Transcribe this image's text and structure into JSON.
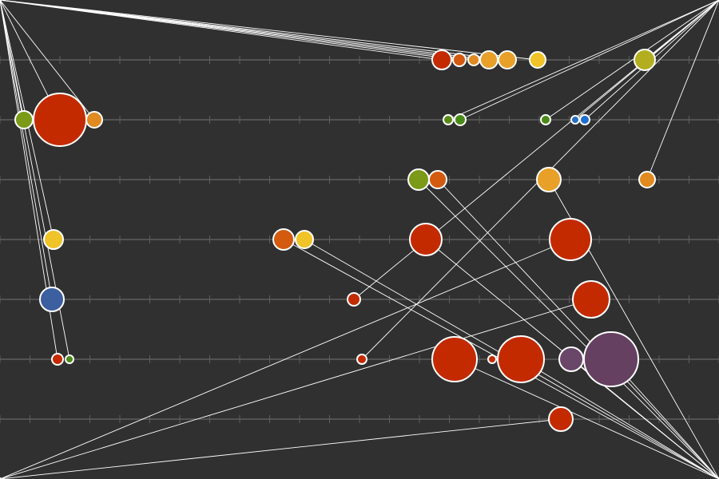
{
  "colors": {
    "background": "#303030",
    "lane": "#5e5e5e",
    "link": "#ffffff",
    "node_stroke": "#ffffff"
  },
  "chart_data": {
    "type": "scatter",
    "title": "",
    "xlabel": "",
    "ylabel": "",
    "description_kind": "bubble-lanes-with-links",
    "x_range": [
      0,
      900
    ],
    "lanes": [
      1,
      2,
      3,
      4,
      5,
      6,
      7
    ],
    "grid": true,
    "legend": "none",
    "hubs": [
      {
        "id": "hub-top-left",
        "corner": "top-left"
      },
      {
        "id": "hub-top-right",
        "corner": "top-right"
      },
      {
        "id": "hub-bottom-left",
        "corner": "bottom-left"
      },
      {
        "id": "hub-bottom-right",
        "corner": "bottom-right"
      }
    ],
    "nodes": [
      {
        "id": "n1",
        "lane": 1,
        "x": 553,
        "size": 12,
        "color": "#c42a00"
      },
      {
        "id": "n2",
        "lane": 1,
        "x": 575,
        "size": 8,
        "color": "#d45a10"
      },
      {
        "id": "n3",
        "lane": 1,
        "x": 593,
        "size": 7,
        "color": "#e08a20"
      },
      {
        "id": "n4",
        "lane": 1,
        "x": 612,
        "size": 11,
        "color": "#e8a028"
      },
      {
        "id": "n5",
        "lane": 1,
        "x": 635,
        "size": 11,
        "color": "#e8a028"
      },
      {
        "id": "n6",
        "lane": 1,
        "x": 673,
        "size": 10,
        "color": "#f0c328"
      },
      {
        "id": "n7",
        "lane": 1,
        "x": 807,
        "size": 13,
        "color": "#b3ae20"
      },
      {
        "id": "n8",
        "lane": 2,
        "x": 30,
        "size": 11,
        "color": "#7a9a18"
      },
      {
        "id": "n9",
        "lane": 2,
        "x": 75,
        "size": 33,
        "color": "#c42a00"
      },
      {
        "id": "n10",
        "lane": 2,
        "x": 118,
        "size": 10,
        "color": "#e08a20"
      },
      {
        "id": "n11",
        "lane": 2,
        "x": 561,
        "size": 6,
        "color": "#5a8a18"
      },
      {
        "id": "n12",
        "lane": 2,
        "x": 576,
        "size": 7,
        "color": "#4a8a18"
      },
      {
        "id": "n13",
        "lane": 2,
        "x": 683,
        "size": 6,
        "color": "#4a8a18"
      },
      {
        "id": "n14",
        "lane": 2,
        "x": 720,
        "size": 5,
        "color": "#2a6fc0"
      },
      {
        "id": "n15",
        "lane": 2,
        "x": 732,
        "size": 6,
        "color": "#1f6fd0"
      },
      {
        "id": "n16",
        "lane": 3,
        "x": 524,
        "size": 13,
        "color": "#7a9a18"
      },
      {
        "id": "n17",
        "lane": 3,
        "x": 548,
        "size": 11,
        "color": "#d45a10"
      },
      {
        "id": "n18",
        "lane": 3,
        "x": 687,
        "size": 15,
        "color": "#e8a028"
      },
      {
        "id": "n19",
        "lane": 3,
        "x": 810,
        "size": 10,
        "color": "#e08a20"
      },
      {
        "id": "n20",
        "lane": 4,
        "x": 67,
        "size": 12,
        "color": "#f0c328"
      },
      {
        "id": "n21",
        "lane": 4,
        "x": 355,
        "size": 13,
        "color": "#d45a10"
      },
      {
        "id": "n22",
        "lane": 4,
        "x": 381,
        "size": 11,
        "color": "#f0c328"
      },
      {
        "id": "n23",
        "lane": 4,
        "x": 533,
        "size": 20,
        "color": "#c42a00"
      },
      {
        "id": "n24",
        "lane": 4,
        "x": 714,
        "size": 26,
        "color": "#c42a00"
      },
      {
        "id": "n25",
        "lane": 5,
        "x": 65,
        "size": 15,
        "color": "#3c5fa0"
      },
      {
        "id": "n26",
        "lane": 5,
        "x": 443,
        "size": 8,
        "color": "#c42a00"
      },
      {
        "id": "n27",
        "lane": 5,
        "x": 740,
        "size": 23,
        "color": "#c42a00"
      },
      {
        "id": "n28",
        "lane": 6,
        "x": 72,
        "size": 7,
        "color": "#c42a00"
      },
      {
        "id": "n29",
        "lane": 6,
        "x": 87,
        "size": 5,
        "color": "#4a8a18"
      },
      {
        "id": "n30",
        "lane": 6,
        "x": 453,
        "size": 6,
        "color": "#c42a00"
      },
      {
        "id": "n31",
        "lane": 6,
        "x": 569,
        "size": 28,
        "color": "#c42a00"
      },
      {
        "id": "n32",
        "lane": 6,
        "x": 616,
        "size": 5,
        "color": "#c42a00"
      },
      {
        "id": "n33",
        "lane": 6,
        "x": 652,
        "size": 29,
        "color": "#c42a00"
      },
      {
        "id": "n34",
        "lane": 6,
        "x": 715,
        "size": 15,
        "color": "#6a4668"
      },
      {
        "id": "n35",
        "lane": 6,
        "x": 765,
        "size": 34,
        "color": "#654060"
      },
      {
        "id": "n36",
        "lane": 7,
        "x": 702,
        "size": 15,
        "color": "#c42a00"
      }
    ],
    "links": [
      {
        "from": "hub-top-left",
        "to": "n1"
      },
      {
        "from": "hub-top-left",
        "to": "n2"
      },
      {
        "from": "hub-top-left",
        "to": "n3"
      },
      {
        "from": "hub-top-left",
        "to": "n4"
      },
      {
        "from": "hub-top-left",
        "to": "n5"
      },
      {
        "from": "hub-top-left",
        "to": "n6"
      },
      {
        "from": "hub-top-left",
        "to": "n8"
      },
      {
        "from": "hub-top-left",
        "to": "n9"
      },
      {
        "from": "hub-top-left",
        "to": "n10"
      },
      {
        "from": "hub-top-left",
        "to": "n20"
      },
      {
        "from": "hub-top-left",
        "to": "n25"
      },
      {
        "from": "hub-top-left",
        "to": "n28"
      },
      {
        "from": "hub-top-left",
        "to": "n29"
      },
      {
        "from": "hub-top-right",
        "to": "n7"
      },
      {
        "from": "hub-top-right",
        "to": "n11"
      },
      {
        "from": "hub-top-right",
        "to": "n12"
      },
      {
        "from": "hub-top-right",
        "to": "n13"
      },
      {
        "from": "hub-top-right",
        "to": "n14"
      },
      {
        "from": "hub-top-right",
        "to": "n15"
      },
      {
        "from": "hub-top-right",
        "to": "n19"
      },
      {
        "from": "hub-top-right",
        "to": "n26"
      },
      {
        "from": "hub-top-right",
        "to": "n30"
      },
      {
        "from": "hub-bottom-left",
        "to": "n24"
      },
      {
        "from": "hub-bottom-left",
        "to": "n27"
      },
      {
        "from": "hub-bottom-left",
        "to": "n36"
      },
      {
        "from": "hub-bottom-right",
        "to": "n16"
      },
      {
        "from": "hub-bottom-right",
        "to": "n17"
      },
      {
        "from": "hub-bottom-right",
        "to": "n18"
      },
      {
        "from": "hub-bottom-right",
        "to": "n21"
      },
      {
        "from": "hub-bottom-right",
        "to": "n22"
      },
      {
        "from": "hub-bottom-right",
        "to": "n23"
      },
      {
        "from": "hub-bottom-right",
        "to": "n31"
      },
      {
        "from": "hub-bottom-right",
        "to": "n33"
      },
      {
        "from": "hub-bottom-right",
        "to": "n34"
      },
      {
        "from": "hub-bottom-right",
        "to": "n35"
      }
    ]
  }
}
